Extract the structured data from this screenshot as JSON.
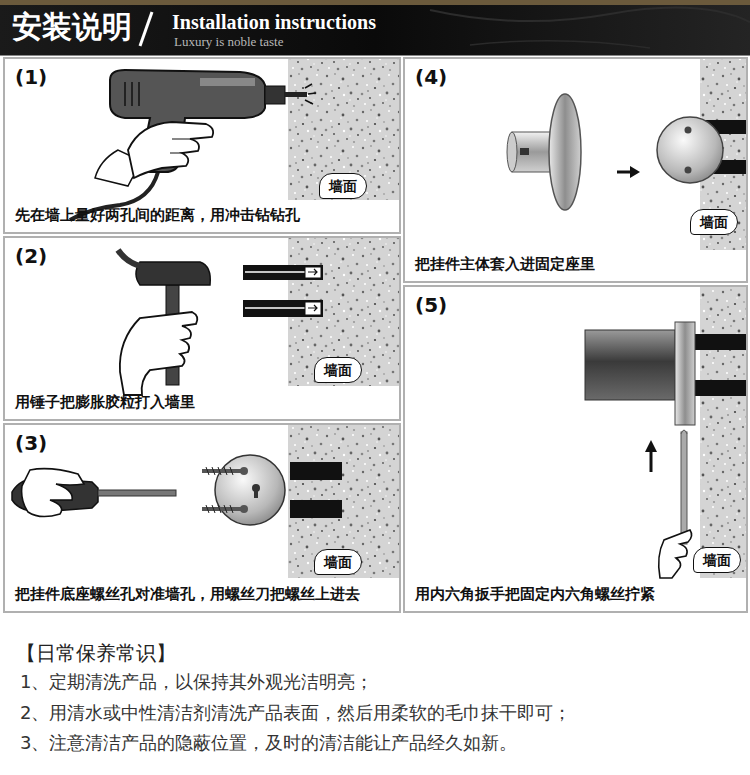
{
  "diagram": {
    "title": "安装说明",
    "nodes": [
      {
        "text": [
          "(1)",
          "先在墙上量好两孔间的距离，用冲击钻钻孔"
        ]
      },
      {
        "text": [
          "墙面"
        ],
        "in": 0
      },
      {
        "text": [
          "(2)",
          "用锤子把膨胀胶粒打入墙里"
        ]
      },
      {
        "text": [
          "墙面"
        ],
        "in": 2
      },
      {
        "text": [
          "(3)",
          "把挂件底座螺丝孔对准墙孔，用螺丝刀把螺丝上进去"
        ]
      },
      {
        "text": [
          "墙面"
        ],
        "in": 4
      },
      {
        "text": [
          "(4)",
          "把挂件主体套入进固定座里"
        ]
      },
      {
        "text": [
          "墙面"
        ],
        "in": 6
      },
      {
        "text": [
          "(5)",
          "用内六角扳手把固定内六角螺丝拧紧"
        ]
      },
      {
        "text": [
          "墙面"
        ],
        "in": 8
      }
    ],
    "labels": [
      "Installation instructions",
      "Luxury is noble taste",
      "【日常保养常识】",
      "1、定期清洗产品，以保持其外观光洁明亮；",
      "2、用清水或中性清洁剂清洗产品表面，然后用柔软的毛巾抹干即可；",
      "3、注意清洁产品的隐蔽位置，及时的清洁能让产品经久如新。"
    ]
  }
}
